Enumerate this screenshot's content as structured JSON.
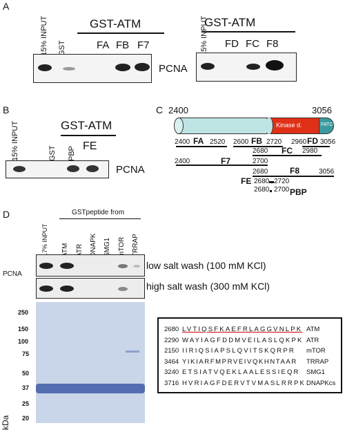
{
  "panel_letters": {
    "a": "A",
    "b": "B",
    "c": "C",
    "d": "D"
  },
  "panel_a": {
    "input_label": "15% INPUT",
    "gst_label": "GST",
    "left_header": "GST-ATM",
    "left_lanes": [
      "FA",
      "FB",
      "F7"
    ],
    "protein": "PCNA",
    "right_input_label": "15% INPUT",
    "right_header": "GST-ATM",
    "right_lanes": [
      "FD",
      "FC",
      "F8"
    ]
  },
  "panel_b": {
    "input_label": "15% INPUT",
    "gst_label": "GST",
    "pbp_label": "PBP",
    "header": "GST-ATM",
    "fe_label": "FE",
    "protein": "PCNA"
  },
  "panel_c": {
    "start": "2400",
    "end": "3056",
    "kinase_label": "Kinase d.",
    "fatc_label": "FATC",
    "fragments": {
      "fa": {
        "name": "FA",
        "start": "2400",
        "end": "2520"
      },
      "fb": {
        "name": "FB",
        "start": "2600",
        "end": "2720"
      },
      "fd": {
        "name": "FD",
        "start": "2960",
        "end": "3056"
      },
      "fc": {
        "name": "FC",
        "start": "2680",
        "end": "2980"
      },
      "f7": {
        "name": "F7",
        "start": "2400",
        "end": "2700"
      },
      "f8": {
        "name": "F8",
        "start": "2680",
        "end": "3056"
      },
      "fe": {
        "name": "FE",
        "start": "2680",
        "end": "2720"
      },
      "pbp": {
        "name": "PBP",
        "start": "2680",
        "end": "2700"
      }
    }
  },
  "panel_d": {
    "input_label": "17% INPUT",
    "header": "GSTpeptide from",
    "lanes": [
      "ATM",
      "ATR",
      "DNAPK",
      "SMG1",
      "mTOR",
      "TRRAP"
    ],
    "protein": "PCNA",
    "low_salt": "low salt wash (100 mM KCl)",
    "high_salt": "high salt wash (300 mM KCl)",
    "kda_label": "kDa",
    "markers": [
      "250",
      "150",
      "100",
      "75",
      "50",
      "37",
      "25",
      "20"
    ],
    "sequences": [
      {
        "num": "2680",
        "seq": "LVTIQSFKAEFRLAGGVNLPK",
        "name": "ATM"
      },
      {
        "num": "2290",
        "seq": "WAYIAGFDDMVEILASLQKPK",
        "name": "ATR"
      },
      {
        "num": "2150",
        "seq": "IIRIQSIAPSLQVITSKQRPR",
        "name": "mTOR"
      },
      {
        "num": "3464",
        "seq": "YIKIARFMPRVEIVQKHNTAAR",
        "name": "TRRAP"
      },
      {
        "num": "3240",
        "seq": "ETSIATVQEKLAALESSIEQR",
        "name": "SMG1"
      },
      {
        "num": "3716",
        "seq": "HVRIAGFDERVTVMASLRRPK",
        "name": "DNAPKcs"
      }
    ]
  }
}
